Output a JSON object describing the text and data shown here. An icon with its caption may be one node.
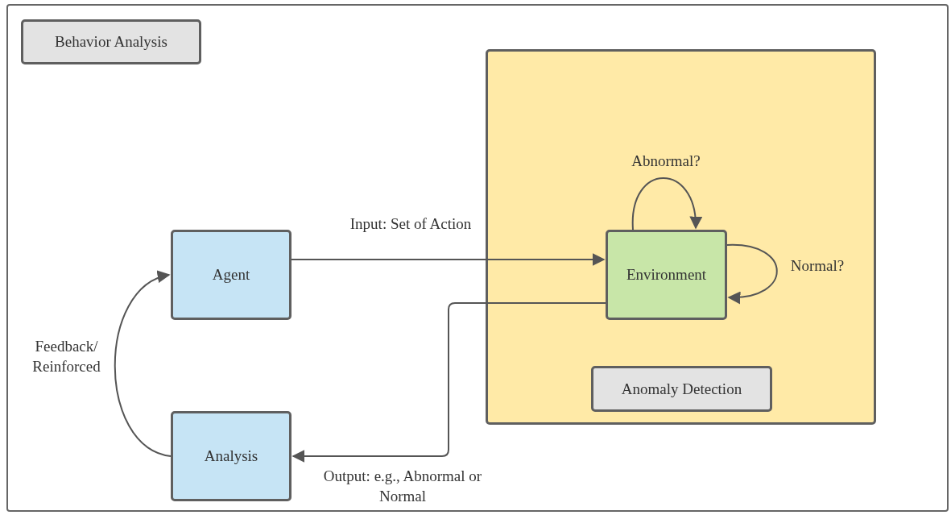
{
  "diagram": {
    "nodes": [
      {
        "text": [
          "Behavior Analysis"
        ]
      },
      {
        "text": [
          "Agent"
        ]
      },
      {
        "text": [],
        "shape": "box"
      },
      {
        "text": [
          "Environment"
        ],
        "in": 2
      },
      {
        "text": [
          "Anomaly Detection"
        ],
        "in": 2
      },
      {
        "text": [
          "Analysis"
        ]
      }
    ],
    "edges": [
      {
        "from": 1,
        "to": 3,
        "arrow": "to",
        "label": "Input: Set of Action"
      },
      {
        "from": 3,
        "to": 3,
        "arrow": "to",
        "label": "Abnormal?"
      },
      {
        "from": 3,
        "to": 3,
        "arrow": "to",
        "label": "Normal?"
      },
      {
        "from": 3,
        "to": 5,
        "arrow": "to",
        "label": "Output: e.g., Abnormal or Normal"
      },
      {
        "from": 5,
        "to": 1,
        "arrow": "to",
        "label": "Feedback/ Reinforced"
      }
    ]
  }
}
